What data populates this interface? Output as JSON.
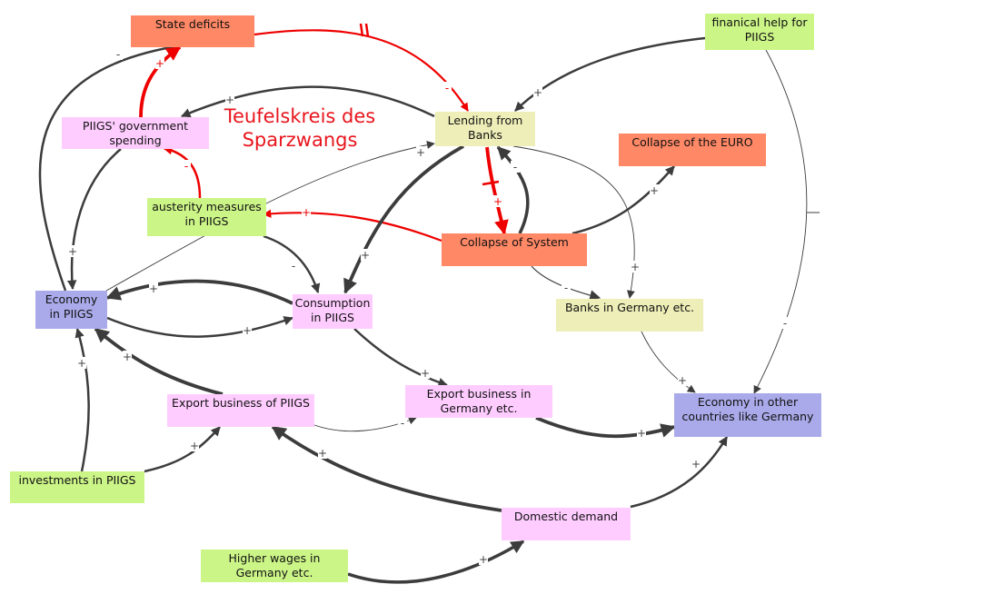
{
  "diagram": {
    "title": "Teufelskreis des\nSparzwangs",
    "colors": {
      "red_node": "#ff8866",
      "pink_node": "#ffccff",
      "green_node": "#ccf588",
      "yellow_node": "#eeeeb8",
      "blue_node": "#aaaaea",
      "dark_arrow": "#3c3c3c",
      "red_arrow": "#ee0000",
      "title_color": "#e8151d"
    },
    "nodes": [
      {
        "id": "state-deficits",
        "label": "State deficits",
        "color": "red_node"
      },
      {
        "id": "financial-help",
        "label": "finanical help for\nPIIGS",
        "color": "green_node"
      },
      {
        "id": "government-spending",
        "label": "PIIGS' government\nspending",
        "color": "pink_node"
      },
      {
        "id": "lending-from-banks",
        "label": "Lending from\nBanks",
        "color": "yellow_node"
      },
      {
        "id": "collapse-euro",
        "label": "Collapse of the EURO",
        "color": "red_node"
      },
      {
        "id": "austerity",
        "label": "austerity measures\nin PIIGS",
        "color": "green_node"
      },
      {
        "id": "collapse-system",
        "label": "Collapse of System",
        "color": "red_node"
      },
      {
        "id": "economy-piigs",
        "label": "Economy\nin PIIGS",
        "color": "blue_node"
      },
      {
        "id": "consumption-piigs",
        "label": "Consumption\nin PIIGS",
        "color": "pink_node"
      },
      {
        "id": "banks-germany",
        "label": "Banks in Germany etc.",
        "color": "yellow_node"
      },
      {
        "id": "export-piigs",
        "label": "Export business of PIIGS",
        "color": "pink_node"
      },
      {
        "id": "export-germany",
        "label": "Export business in\nGermany etc.",
        "color": "pink_node"
      },
      {
        "id": "economy-other",
        "label": "Economy in other\ncountries like Germany",
        "color": "blue_node"
      },
      {
        "id": "investments-piigs",
        "label": "investments in PIIGS",
        "color": "green_node"
      },
      {
        "id": "domestic-demand",
        "label": "Domestic demand",
        "color": "pink_node"
      },
      {
        "id": "higher-wages",
        "label": "Higher wages in\nGermany etc.",
        "color": "green_node"
      }
    ],
    "edges": [
      {
        "from": "economy-piigs",
        "to": "state-deficits",
        "polarity": "-",
        "style": "dark"
      },
      {
        "from": "government-spending",
        "to": "state-deficits",
        "polarity": "+",
        "style": "red"
      },
      {
        "from": "state-deficits",
        "to": "lending-from-banks",
        "polarity": "-",
        "style": "red",
        "delay": true
      },
      {
        "from": "lending-from-banks",
        "to": "government-spending",
        "polarity": "+",
        "style": "dark"
      },
      {
        "from": "financial-help",
        "to": "lending-from-banks",
        "polarity": "+",
        "style": "dark"
      },
      {
        "from": "austerity",
        "to": "government-spending",
        "polarity": "-",
        "style": "red"
      },
      {
        "from": "government-spending",
        "to": "economy-piigs",
        "polarity": "+",
        "style": "dark"
      },
      {
        "from": "economy-piigs",
        "to": "lending-from-banks",
        "polarity": "+",
        "style": "thin"
      },
      {
        "from": "collapse-system",
        "to": "austerity",
        "polarity": "+",
        "style": "red"
      },
      {
        "from": "lending-from-banks",
        "to": "collapse-system",
        "polarity": "+",
        "style": "red",
        "delay": true
      },
      {
        "from": "collapse-system",
        "to": "lending-from-banks",
        "polarity": "-",
        "style": "dark"
      },
      {
        "from": "collapse-system",
        "to": "collapse-euro",
        "polarity": "+",
        "style": "dark"
      },
      {
        "from": "lending-from-banks",
        "to": "consumption-piigs",
        "polarity": "+",
        "style": "dark"
      },
      {
        "from": "lending-from-banks",
        "to": "banks-germany",
        "polarity": "+",
        "style": "thin"
      },
      {
        "from": "collapse-system",
        "to": "banks-germany",
        "polarity": "-",
        "style": "thin"
      },
      {
        "from": "austerity",
        "to": "consumption-piigs",
        "polarity": "-",
        "style": "dark"
      },
      {
        "from": "consumption-piigs",
        "to": "economy-piigs",
        "polarity": "+",
        "style": "dark"
      },
      {
        "from": "economy-piigs",
        "to": "consumption-piigs",
        "polarity": "+",
        "style": "dark"
      },
      {
        "from": "consumption-piigs",
        "to": "export-germany",
        "polarity": "+",
        "style": "dark"
      },
      {
        "from": "export-piigs",
        "to": "economy-piigs",
        "polarity": "+",
        "style": "dark"
      },
      {
        "from": "investments-piigs",
        "to": "economy-piigs",
        "polarity": "+",
        "style": "dark"
      },
      {
        "from": "investments-piigs",
        "to": "export-piigs",
        "polarity": "+",
        "style": "dark"
      },
      {
        "from": "export-piigs",
        "to": "export-germany",
        "polarity": "-",
        "style": "thin"
      },
      {
        "from": "banks-germany",
        "to": "economy-other",
        "polarity": "+",
        "style": "thin"
      },
      {
        "from": "financial-help",
        "to": "economy-other",
        "polarity": "-",
        "style": "thin",
        "delay": true
      },
      {
        "from": "export-germany",
        "to": "economy-other",
        "polarity": "+",
        "style": "dark"
      },
      {
        "from": "domestic-demand",
        "to": "export-piigs",
        "polarity": "+",
        "style": "dark"
      },
      {
        "from": "domestic-demand",
        "to": "economy-other",
        "polarity": "+",
        "style": "dark"
      },
      {
        "from": "higher-wages",
        "to": "domestic-demand",
        "polarity": "+",
        "style": "dark"
      }
    ]
  }
}
